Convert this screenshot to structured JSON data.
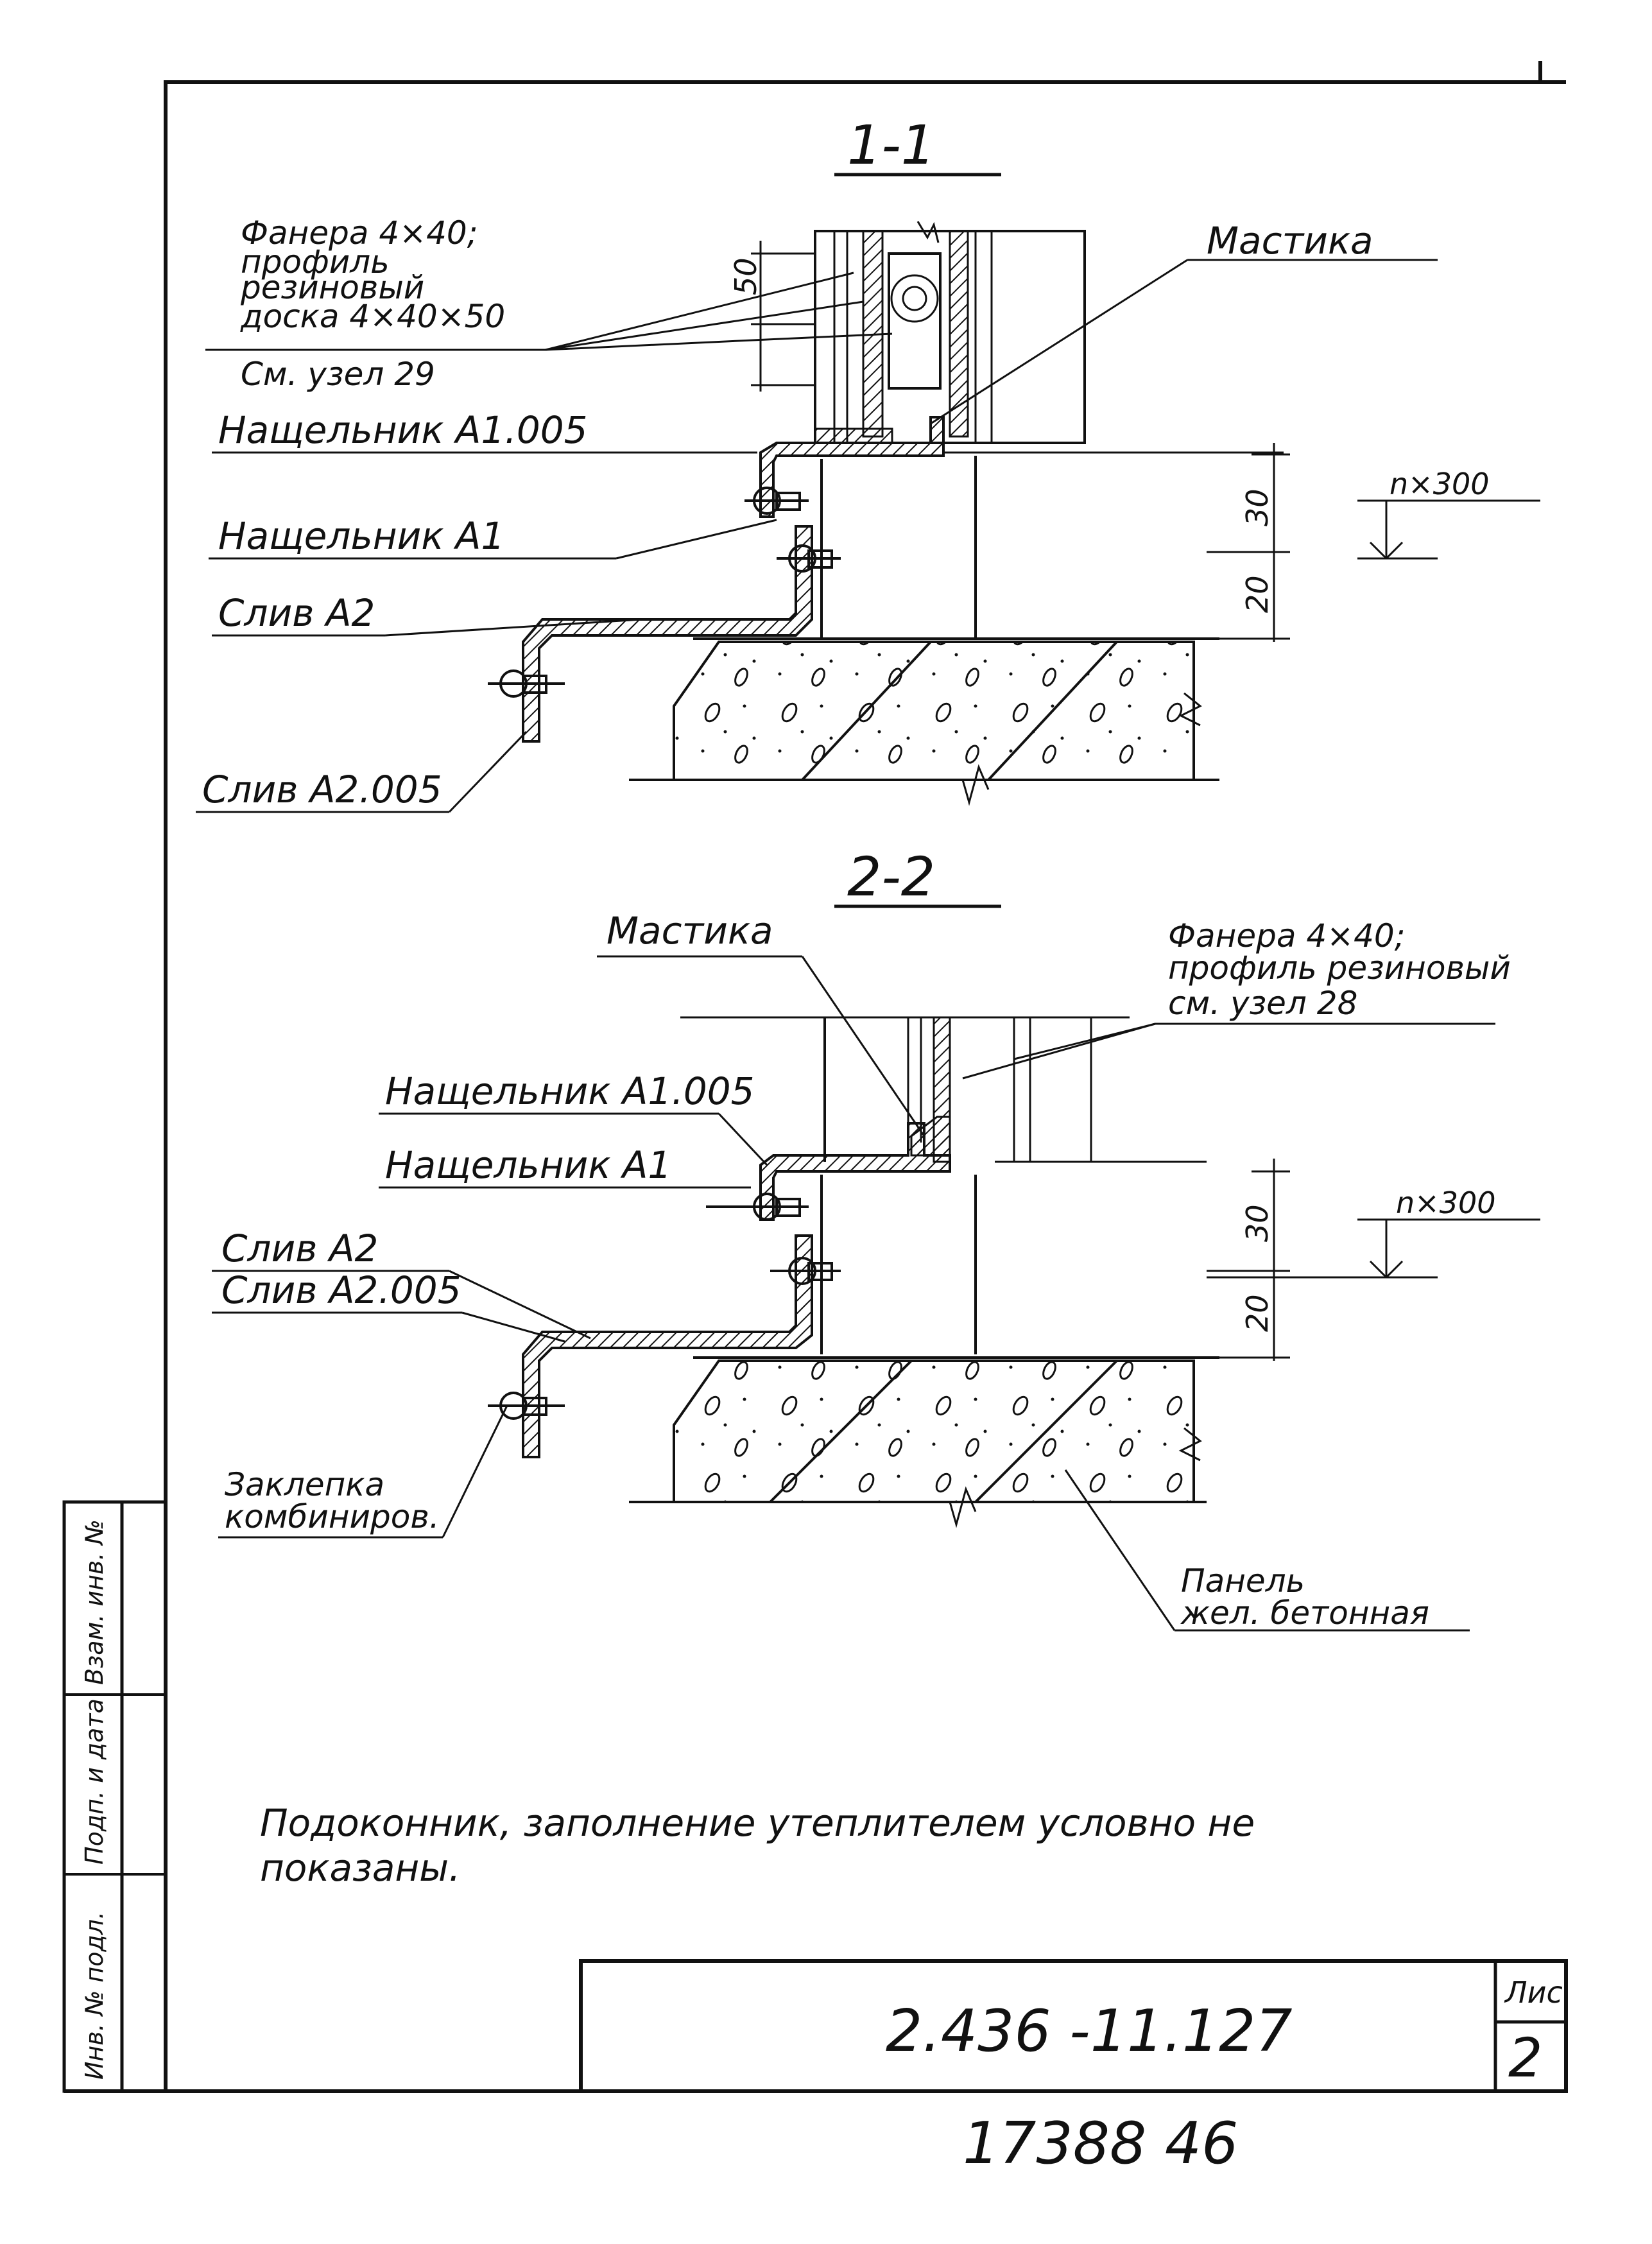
{
  "section_1": {
    "title": "1-1",
    "labels": {
      "plywood_line1": "Фанера 4×40;",
      "plywood_line2": "профиль",
      "plywood_line3": "резиновый",
      "plywood_line4": "доска 4×40×50",
      "see_node": "См. узел 29",
      "mastic": "Мастика",
      "flashing_005": "Нащельник А1.005",
      "flashing": "Нащельник А1",
      "drip": "Слив А2",
      "drip_005": "Слив А2.005"
    },
    "dims": {
      "d50": "50",
      "d30": "30",
      "d20": "20",
      "pitch": "n×300"
    }
  },
  "section_2": {
    "title": "2-2",
    "labels": {
      "mastic": "Мастика",
      "plywood_line1": "Фанера 4×40;",
      "plywood_line2": "профиль резиновый",
      "see_node": "см. узел 28",
      "flashing_005": "Нащельник А1.005",
      "flashing": "Нащельник А1",
      "drip": "Слив А2",
      "drip_005": "Слив А2.005",
      "rivet_line1": "Заклепка",
      "rivet_line2": "комбиниров.",
      "panel_line1": "Панель",
      "panel_line2": "жел. бетонная"
    },
    "dims": {
      "d30": "30",
      "d20": "20",
      "pitch": "n×300"
    }
  },
  "note": {
    "line1": "Подоконник, заполнение утеплителем условно не",
    "line2": "показаны."
  },
  "title_block": {
    "doc_number": "2.436 -11.127",
    "sheet_label": "Лис",
    "sheet_number": "2"
  },
  "side_stamp": {
    "f1": "Инв. № подл.",
    "f2": "Подп. и дата",
    "f3": "Взам. инв. №"
  },
  "bottom_code": "17388  46"
}
